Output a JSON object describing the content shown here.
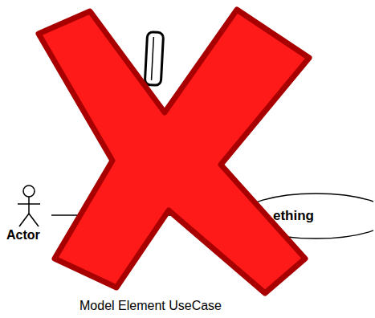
{
  "diagram": {
    "caption": "Model Element UseCase",
    "nodes": [
      {
        "text": [
          "Actor"
        ]
      },
      {
        "text": [
          "ething"
        ]
      }
    ],
    "edges": [
      {
        "from": 0,
        "to": 1,
        "arrow": "none"
      }
    ]
  }
}
